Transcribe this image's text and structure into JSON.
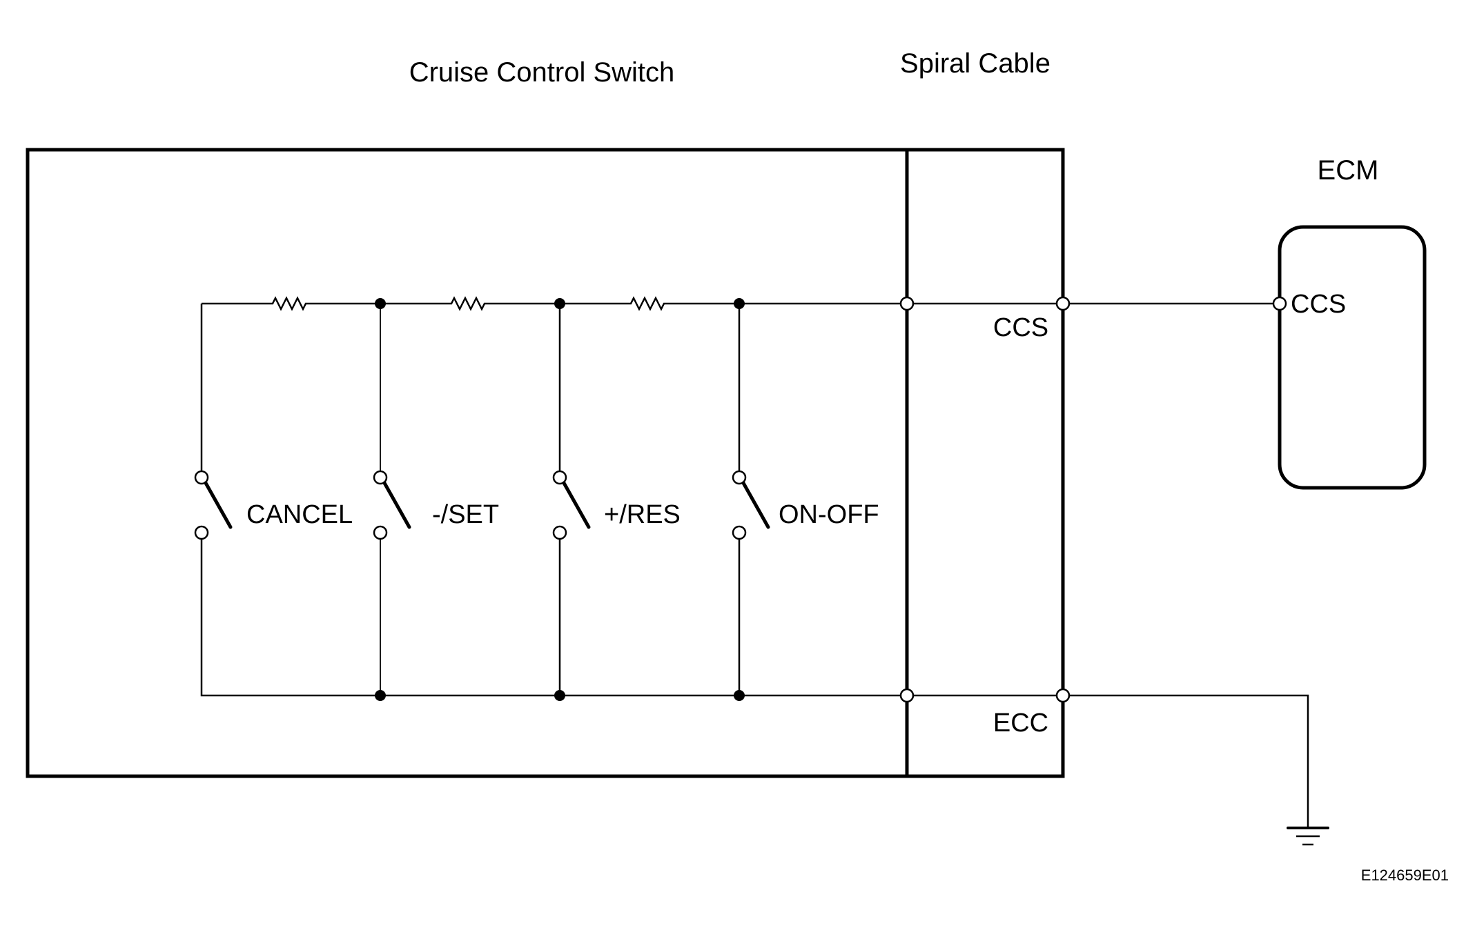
{
  "labels": {
    "cruise_control_switch": "Cruise Control Switch",
    "spiral_cable": "Spiral Cable",
    "ecm": "ECM",
    "ccs_cable": "CCS",
    "ccs_ecm": "CCS",
    "ecc_cable": "ECC",
    "figure_code": "E124659E01"
  },
  "switches": [
    {
      "label": "CANCEL"
    },
    {
      "label": "-/SET"
    },
    {
      "label": "+/RES"
    },
    {
      "label": "ON-OFF"
    }
  ]
}
